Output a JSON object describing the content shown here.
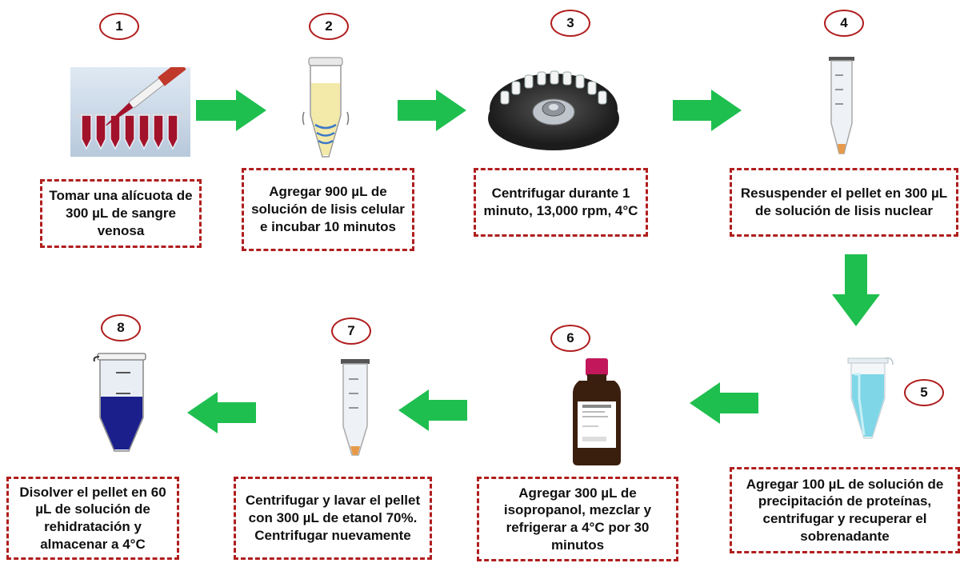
{
  "steps": [
    {
      "number": "1",
      "text": "Tomar una alícuota de 300 µL de sangre venosa"
    },
    {
      "number": "2",
      "text": "Agregar 900 µL de solución de lisis celular e incubar 10 minutos"
    },
    {
      "number": "3",
      "text": "Centrifugar durante 1 minuto, 13,000 rpm, 4°C"
    },
    {
      "number": "4",
      "text": "Resuspender el pellet en 300 µL de solución de lisis nuclear"
    },
    {
      "number": "5",
      "text": "Agregar 100 µL de solución de precipitación de proteínas, centrifugar y recuperar el sobrenadante"
    },
    {
      "number": "6",
      "text": "Agregar 300 µL de isopropanol, mezclar y refrigerar a 4°C por 30 minutos"
    },
    {
      "number": "7",
      "text": "Centrifugar y lavar el pellet con 300 µL de etanol 70%. Centrifugar nuevamente"
    },
    {
      "number": "8",
      "text": "Disolver el pellet en 60 µL de solución de rehidratación y almacenar a 4°C"
    }
  ],
  "colors": {
    "arrow": "#1fbf4f",
    "border": "#b01e1e",
    "blood": "#a3122b",
    "lysis": "#f3e9a8",
    "pellet": "#e79a4a",
    "blue_solution": "#7fd6e6",
    "dark_blue": "#1a1f8c"
  },
  "icons": {
    "step1": "blood-sample-tubes-icon",
    "step2": "lysis-tube-icon",
    "step3": "centrifuge-icon",
    "step4": "pellet-tube-icon",
    "step5": "blue-supernatant-tube-icon",
    "step6": "isopropanol-bottle-icon",
    "step7": "washed-pellet-tube-icon",
    "step8": "rehydrated-dna-tube-icon"
  }
}
